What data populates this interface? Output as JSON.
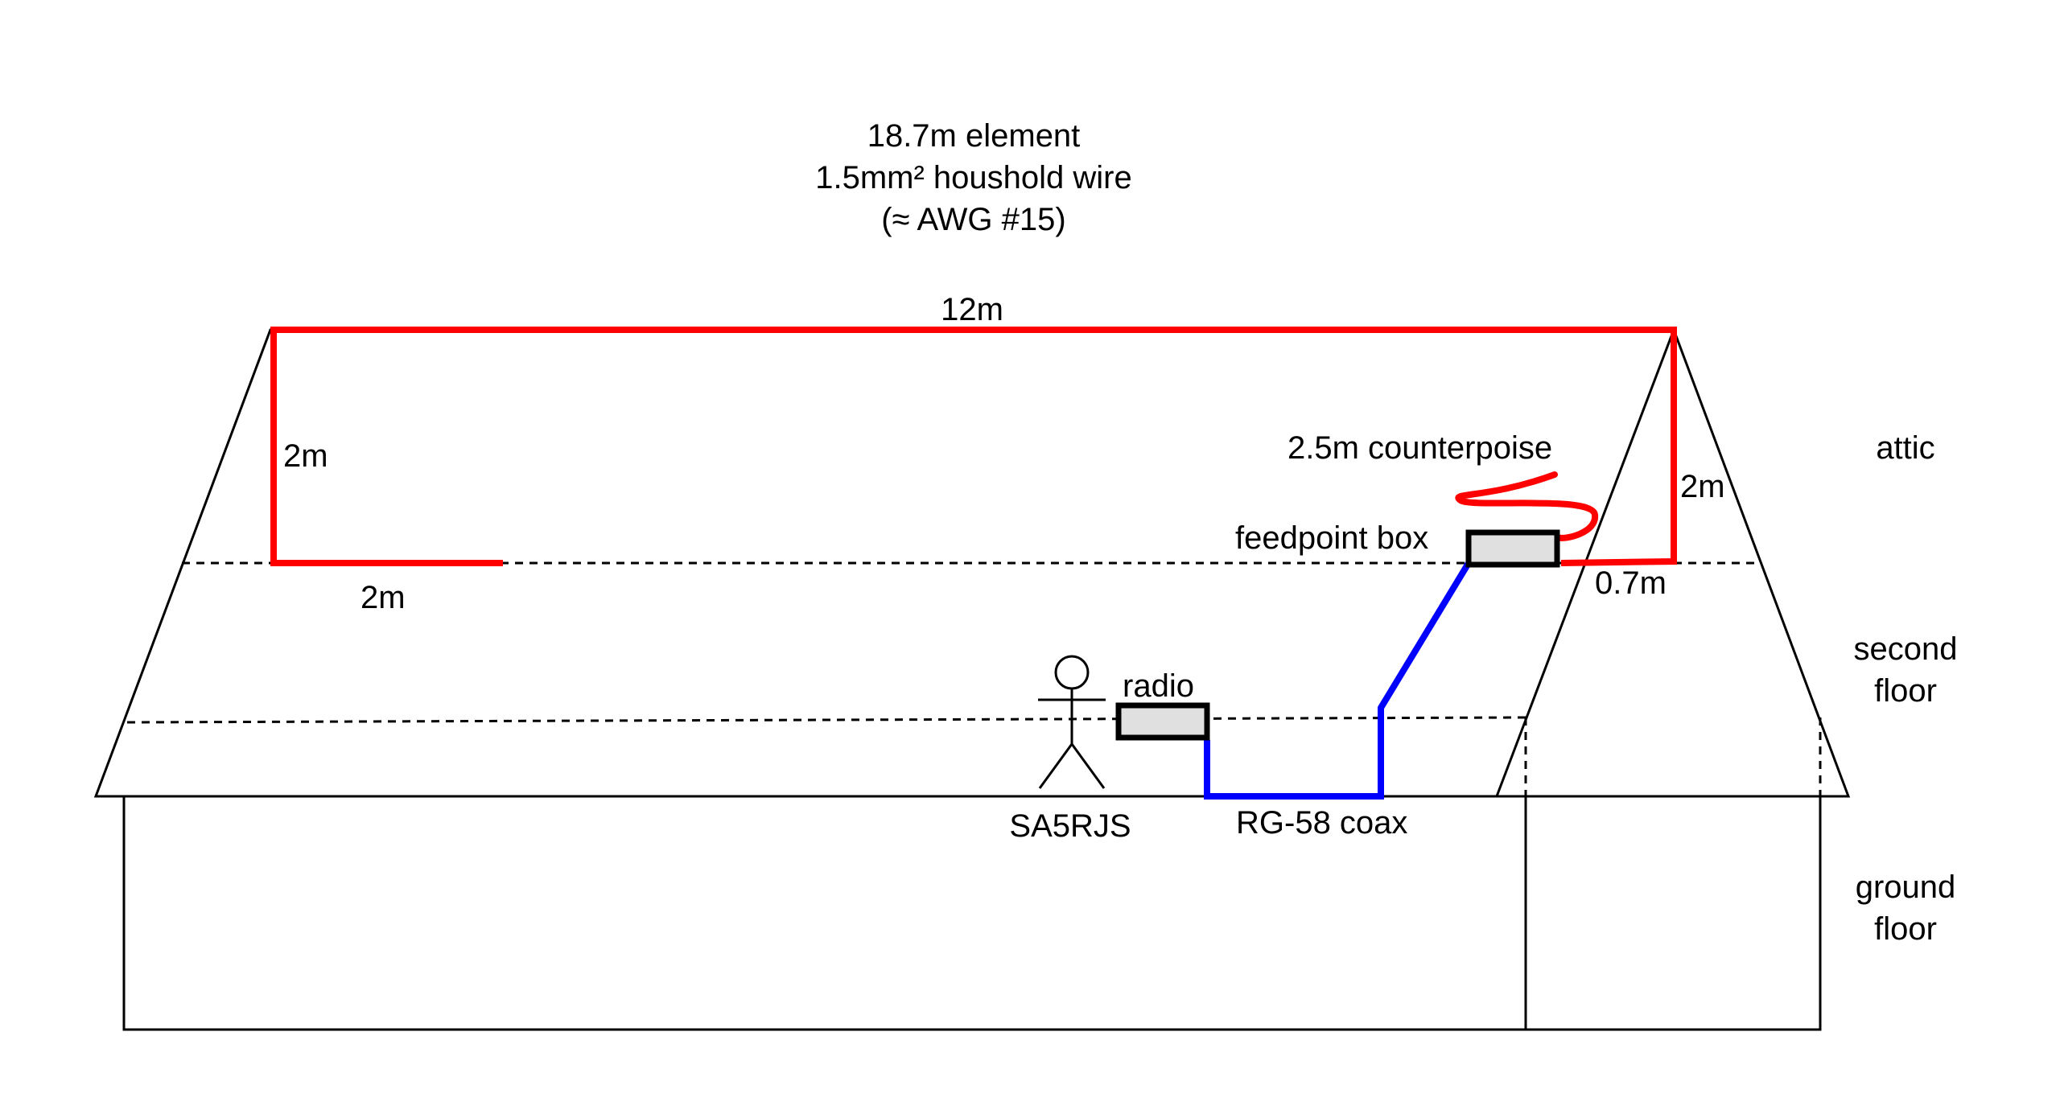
{
  "title": {
    "line1": "18.7m element",
    "line2": "1.5mm² houshold wire",
    "line3": "(≈ AWG #15)"
  },
  "labels": {
    "top_length": "12m",
    "left_vertical": "2m",
    "left_horizontal": "2m",
    "right_vertical": "2m",
    "right_horizontal": "0.7m",
    "counterpoise": "2.5m counterpoise",
    "feedpoint_box": "feedpoint box",
    "radio": "radio",
    "operator": "SA5RJS",
    "coax": "RG-58 coax"
  },
  "floors": {
    "attic": "attic",
    "second_line1": "second",
    "second_line2": "floor",
    "ground_line1": "ground",
    "ground_line2": "floor"
  },
  "colors": {
    "antenna_wire": "#ff0000",
    "coax": "#0000ff",
    "box_fill": "#e0e0e0",
    "lines": "#000000"
  }
}
